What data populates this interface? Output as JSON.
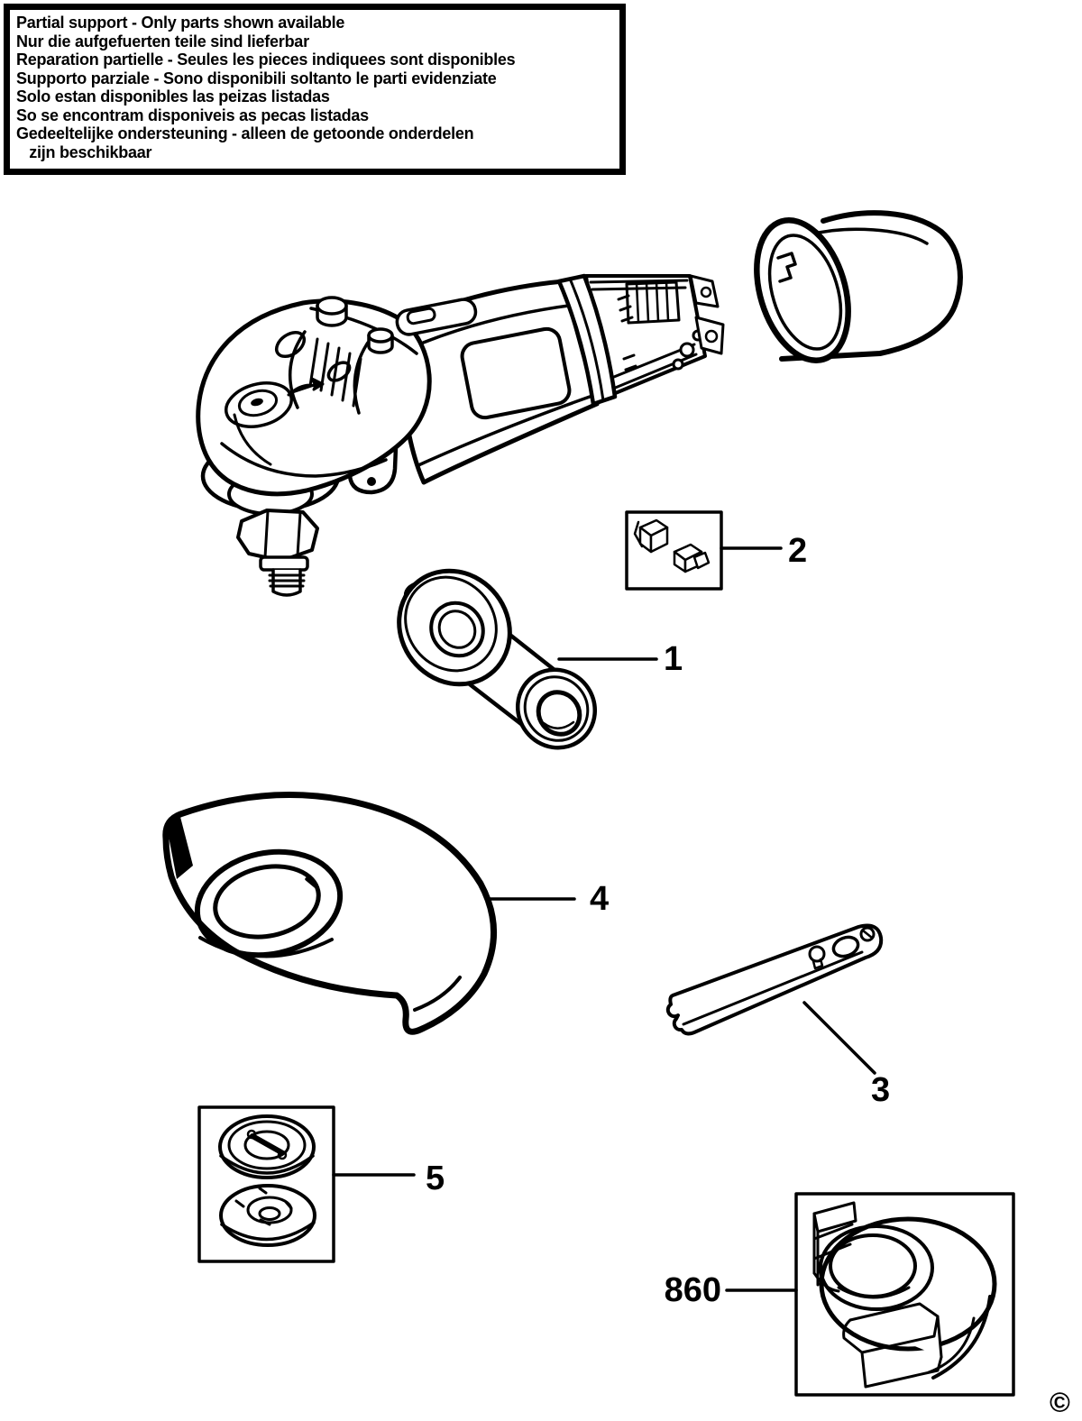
{
  "disclaimer": {
    "lines": [
      "Partial support - Only parts shown available",
      "Nur die aufgefuerten teile sind lieferbar",
      "Reparation partielle - Seules les pieces indiquees sont disponibles",
      "Supporto parziale - Sono disponibili soltanto le parti evidenziate",
      "Solo estan disponibles las peizas listadas",
      "So se encontram disponiveis as pecas listadas",
      "Gedeeltelijke ondersteuning - alleen de getoonde onderdelen",
      "   zijn beschikbaar"
    ]
  },
  "parts": {
    "side_handle": {
      "label": "1"
    },
    "brush_set": {
      "label": "2"
    },
    "spanner": {
      "label": "3"
    },
    "wheel_guard": {
      "label": "4"
    },
    "flange_set": {
      "label": "5"
    },
    "guard_860": {
      "label": "860"
    }
  },
  "copyright_symbol": "©",
  "colors": {
    "ink": "#000000",
    "paper": "#ffffff"
  }
}
